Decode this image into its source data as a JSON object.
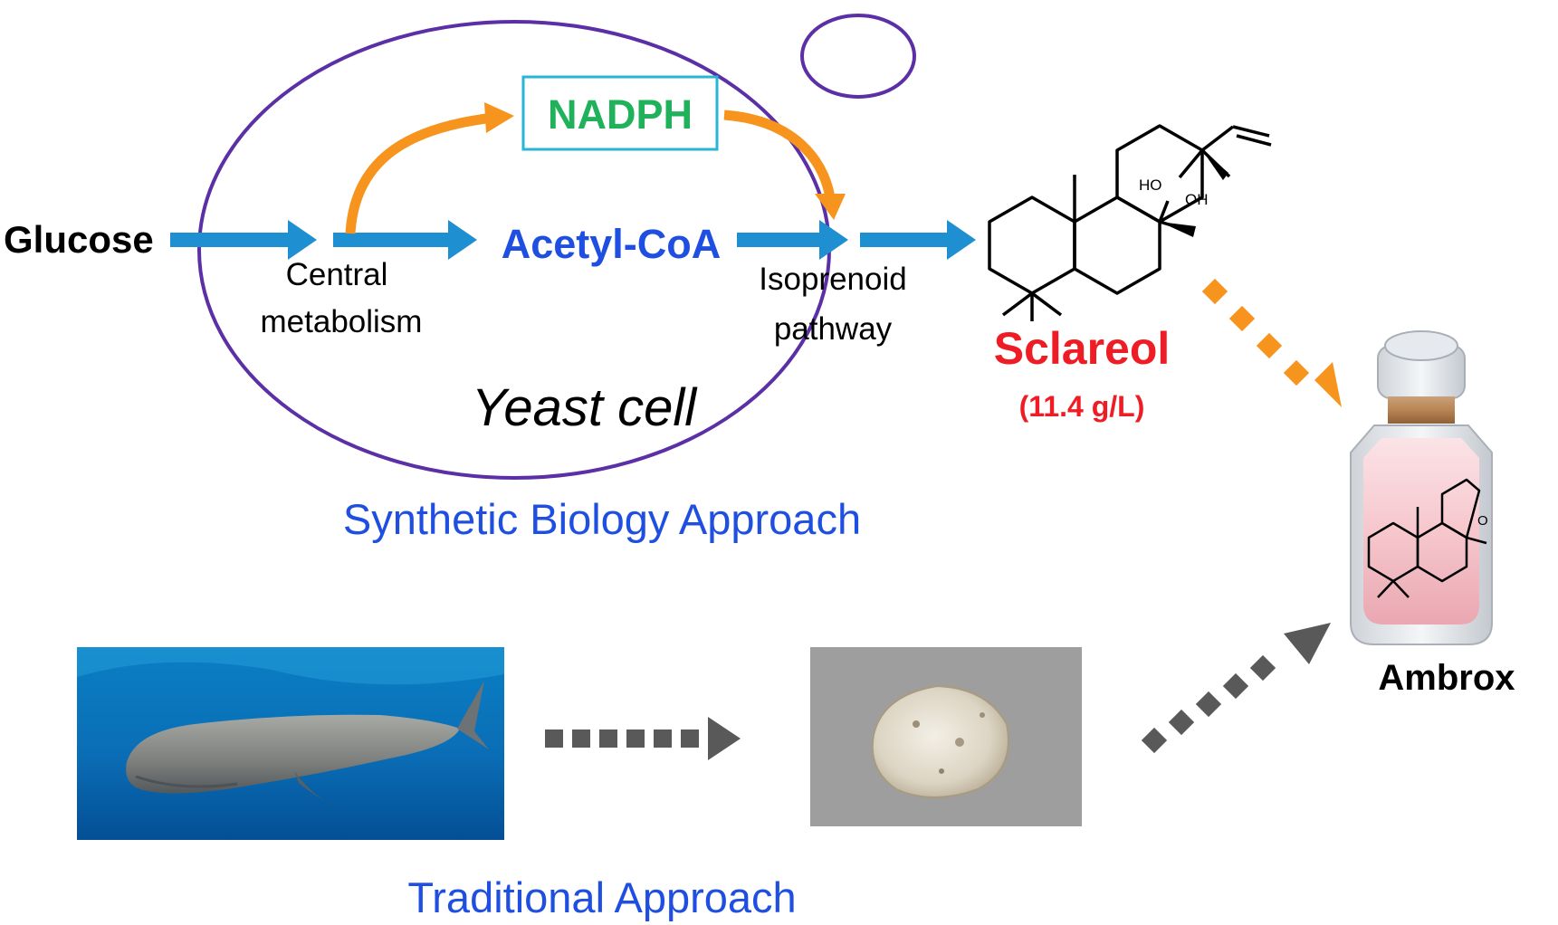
{
  "labels": {
    "glucose": "Glucose",
    "central_line1": "Central",
    "central_line2": "metabolism",
    "nadph": "NADPH",
    "acetyl_coa": "Acetyl-CoA",
    "isoprenoid_line1": "Isoprenoid",
    "isoprenoid_line2": "pathway",
    "yeast_cell": "Yeast cell",
    "sclareol": "Sclareol",
    "sclareol_titer": "(11.4 g/L)",
    "synthetic_approach": "Synthetic Biology Approach",
    "traditional_approach": "Traditional Approach",
    "ambrox": "Ambrox",
    "molecule_ho": "HO",
    "molecule_oh": "OH",
    "molecule_o": "O"
  },
  "colors": {
    "cell_outline": "#5b2fa6",
    "flux_arrow": "#1e8fd0",
    "nadph_arrow": "#f7941d",
    "nadph_box": "#29b6d6",
    "nadph_text": "#1fb25a",
    "acetyl_text": "#1f4fe0",
    "sclareol_text": "#ee1c24",
    "approach_text": "#1f4fe0",
    "traditional_arrow": "#595959"
  },
  "icons": {
    "whale": "sperm-whale-photo",
    "ambergris": "ambergris-photo",
    "perfume": "perfume-bottle-icon"
  }
}
